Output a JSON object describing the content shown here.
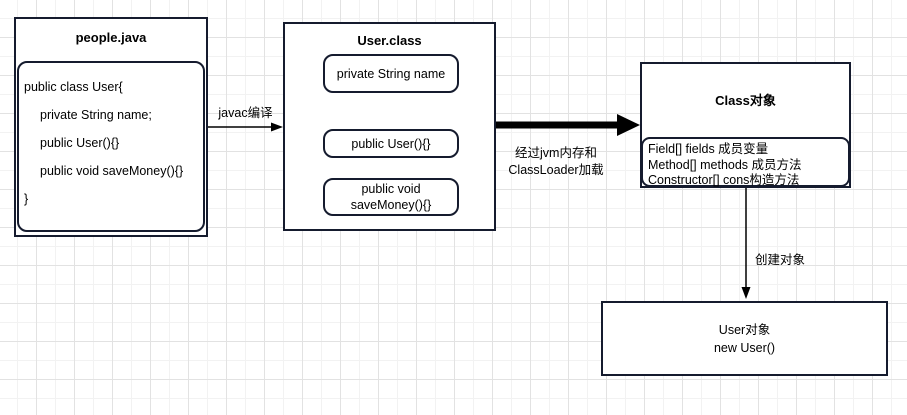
{
  "colors": {
    "border": "#151b2e",
    "arrow": "#000000",
    "grid_minor": "#f2f2f2",
    "grid_major": "#e2e2e2",
    "background": "#ffffff"
  },
  "boxes": {
    "people_java": {
      "title": "people.java",
      "code_lines": [
        "public class User{",
        "private String name;",
        "public User(){}",
        "public void saveMoney(){}",
        "}"
      ]
    },
    "user_class": {
      "title": "User.class",
      "members": [
        "private String name",
        "public User(){}",
        "public void saveMoney(){}"
      ]
    },
    "class_object": {
      "title": "Class对象",
      "fields": [
        "Field[] fields 成员变量",
        "Method[] methods 成员方法",
        "Constructor[] cons构造方法"
      ]
    },
    "user_object": {
      "lines": [
        "User对象",
        "new User()"
      ]
    }
  },
  "edges": {
    "javac": {
      "label": "javac编译"
    },
    "classloader": {
      "label_line1": "经过jvm内存和",
      "label_line2": "ClassLoader加载"
    },
    "create": {
      "label": "创建对象"
    }
  }
}
